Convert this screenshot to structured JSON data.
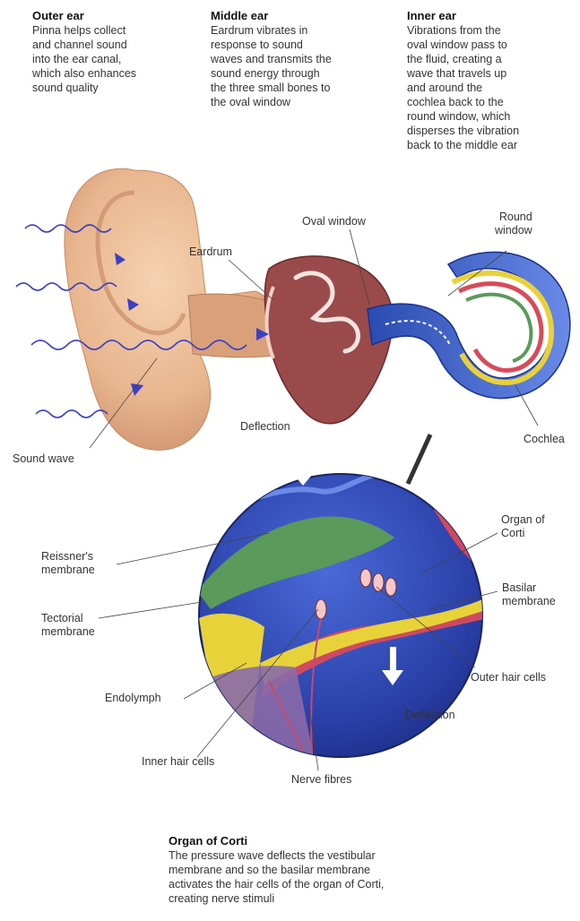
{
  "outer_ear": {
    "title": "Outer ear",
    "body": "Pinna helps collect\nand channel sound\ninto the ear canal,\nwhich also enhances\nsound quality"
  },
  "middle_ear": {
    "title": "Middle ear",
    "body": "Eardrum vibrates in\nresponse to sound\nwaves and transmits the\nsound energy through\nthe three small bones to\nthe oval window"
  },
  "inner_ear": {
    "title": "Inner ear",
    "body": "Vibrations from the\noval window pass to\nthe fluid, creating a\nwave that travels up\nand around the\ncochlea back to the\nround window, which\ndisperses the vibration\nback to the middle ear"
  },
  "labels": {
    "oval_window": "Oval window",
    "round_window": "Round\nwindow",
    "eardrum": "Eardrum",
    "deflection_top": "Deflection",
    "cochlea": "Cochlea",
    "sound_wave": "Sound wave",
    "organ_of_corti": "Organ of\nCorti",
    "reissners_membrane": "Reissner's\nmembrane",
    "basilar_membrane": "Basilar\nmembrane",
    "tectorial_membrane": "Tectorial\nmembrane",
    "outer_hair_cells": "Outer hair cells",
    "endolymph": "Endolymph",
    "deflection_bottom": "Deflection",
    "inner_hair_cells": "Inner hair cells",
    "nerve_fibres": "Nerve fibres"
  },
  "organ_of_corti_caption": {
    "title": "Organ of Corti",
    "body": "The pressure wave deflects the vestibular\nmembrane and so the basilar membrane\nactivates the hair cells of the organ of Corti,\ncreating nerve stimuli"
  },
  "colors": {
    "skin": "#e8b58e",
    "middle_ear": "#9a4a4a",
    "cochlea_blue": "#3b5fc4",
    "detail_blue": "#2a3fa8",
    "corti_red": "#d84a5a",
    "tectorial_green": "#5a9a5a",
    "basilar_yellow": "#e8d23a"
  }
}
